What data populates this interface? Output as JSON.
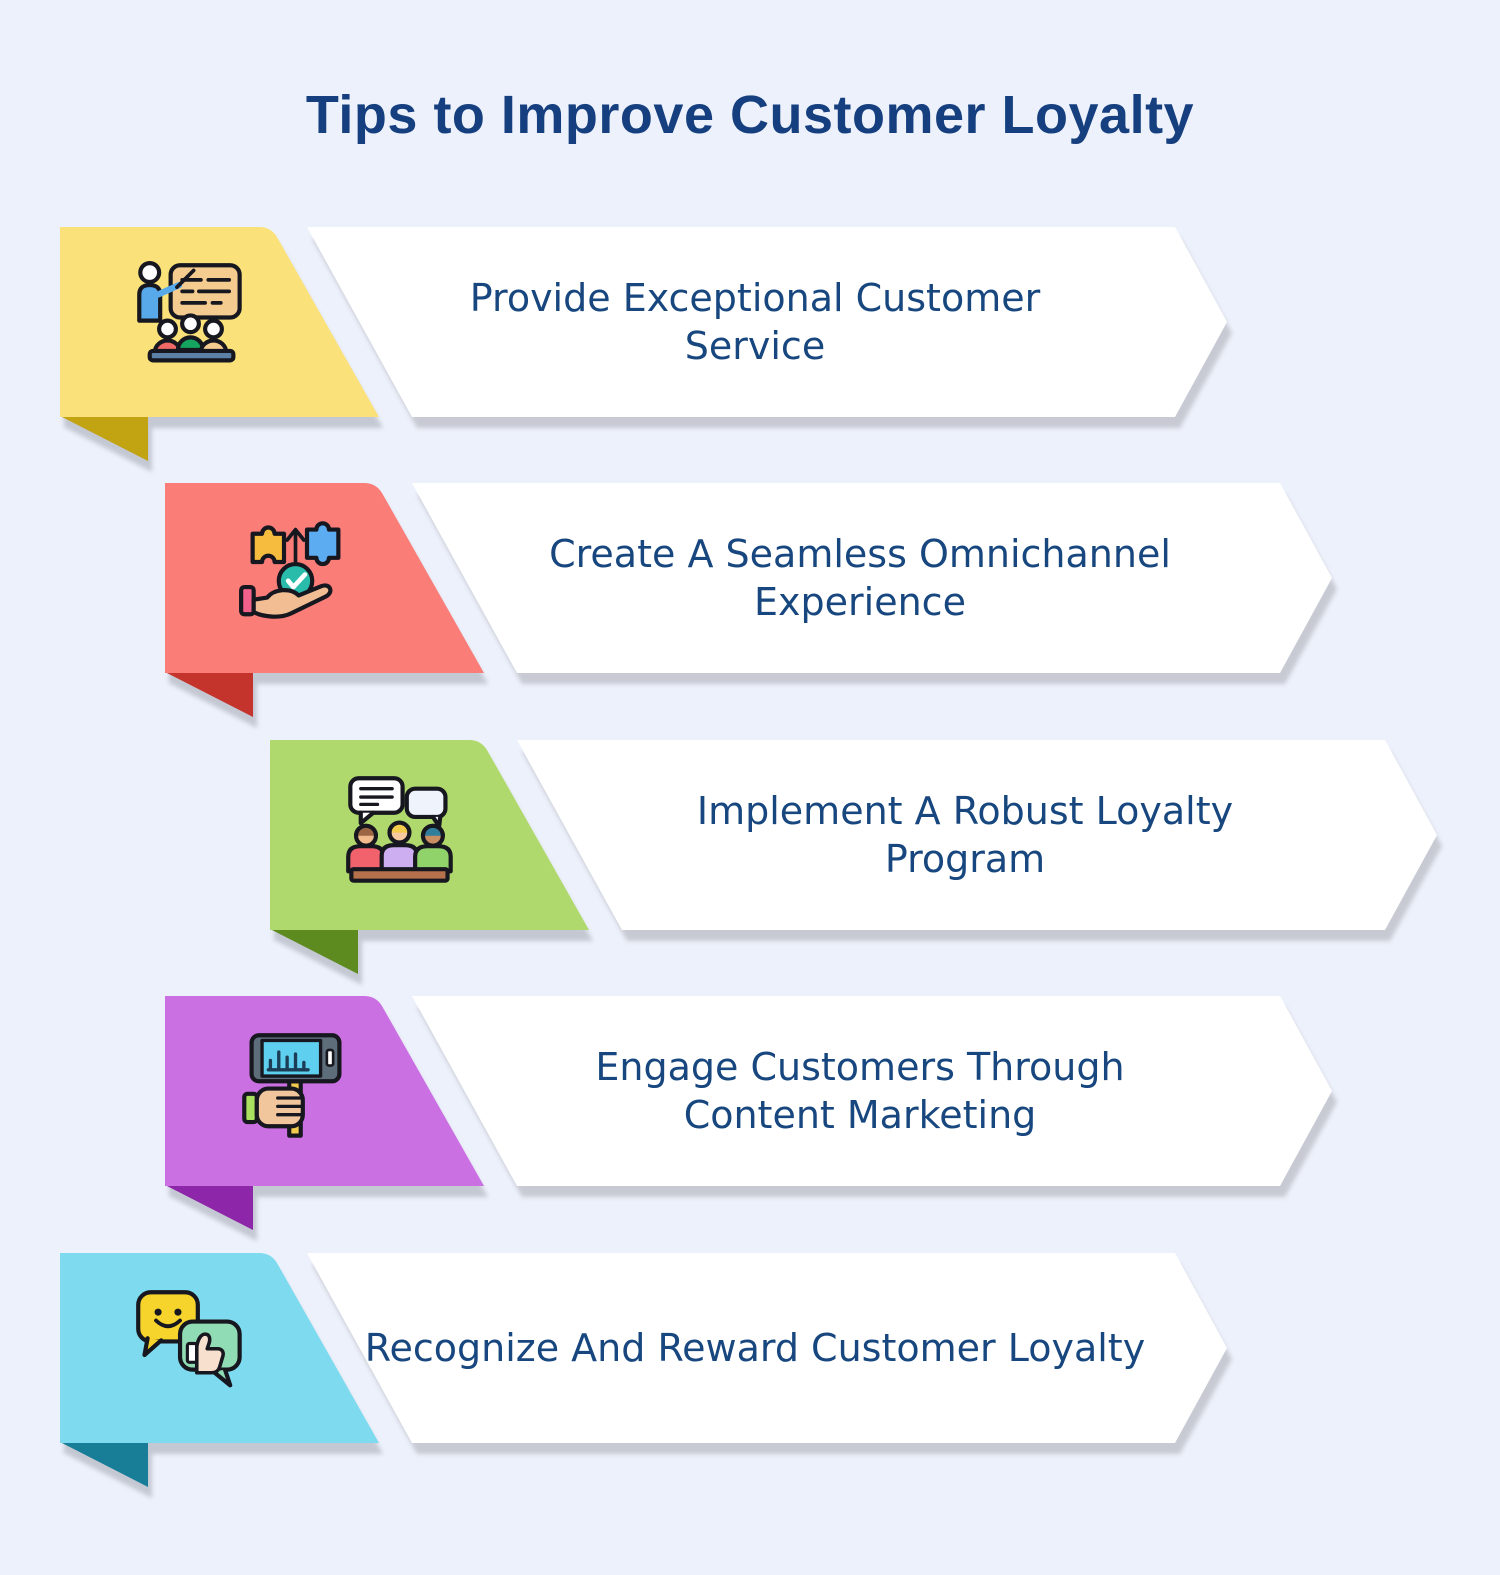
{
  "page": {
    "background": "#edf1fb"
  },
  "title": {
    "text": "Tips to Improve Customer Loyalty",
    "color": "#153f7e"
  },
  "banner": {
    "fill": "#ffffff",
    "text_color": "#17477e"
  },
  "rows": [
    {
      "line1": "Provide Exceptional Customer",
      "line2": "Service",
      "tab_color": "#fbe179",
      "fold_color": "#c2a312",
      "icon": "presentation-training-icon"
    },
    {
      "line1": "Create A Seamless Omnichannel",
      "line2": "Experience",
      "tab_color": "#fa7d78",
      "fold_color": "#c4342d",
      "icon": "solution-hand-icon"
    },
    {
      "line1": "Implement A Robust Loyalty",
      "line2": "Program",
      "tab_color": "#b0d96d",
      "fold_color": "#5d8b20",
      "icon": "team-meeting-icon"
    },
    {
      "line1": "Engage Customers Through",
      "line2": "Content Marketing",
      "tab_color": "#cb70e2",
      "fold_color": "#8e26a9",
      "icon": "selfie-video-icon"
    },
    {
      "line1": "Recognize And Reward Customer Loyalty",
      "line2": "",
      "tab_color": "#7edaef",
      "fold_color": "#187d97",
      "icon": "feedback-thumbs-up-icon"
    }
  ]
}
